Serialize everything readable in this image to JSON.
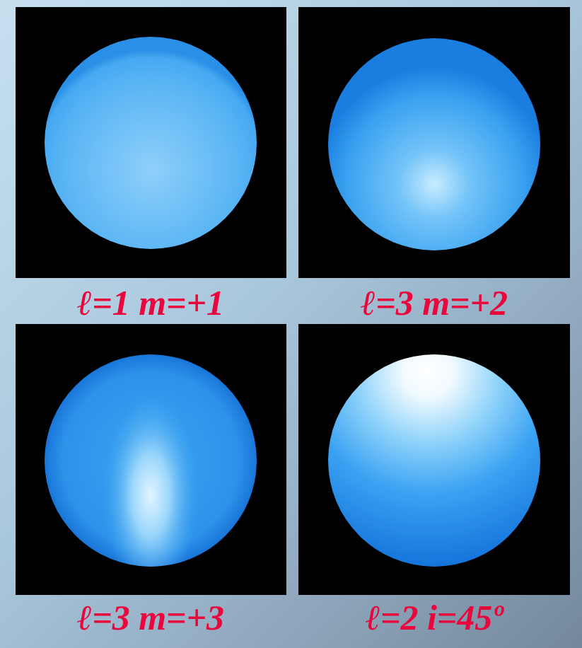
{
  "diagram": {
    "labels": [
      "ℓ=1 m=+1",
      "ℓ=3 m=+2",
      "ℓ=3 m=+3",
      "ℓ=2 i=45º"
    ]
  }
}
